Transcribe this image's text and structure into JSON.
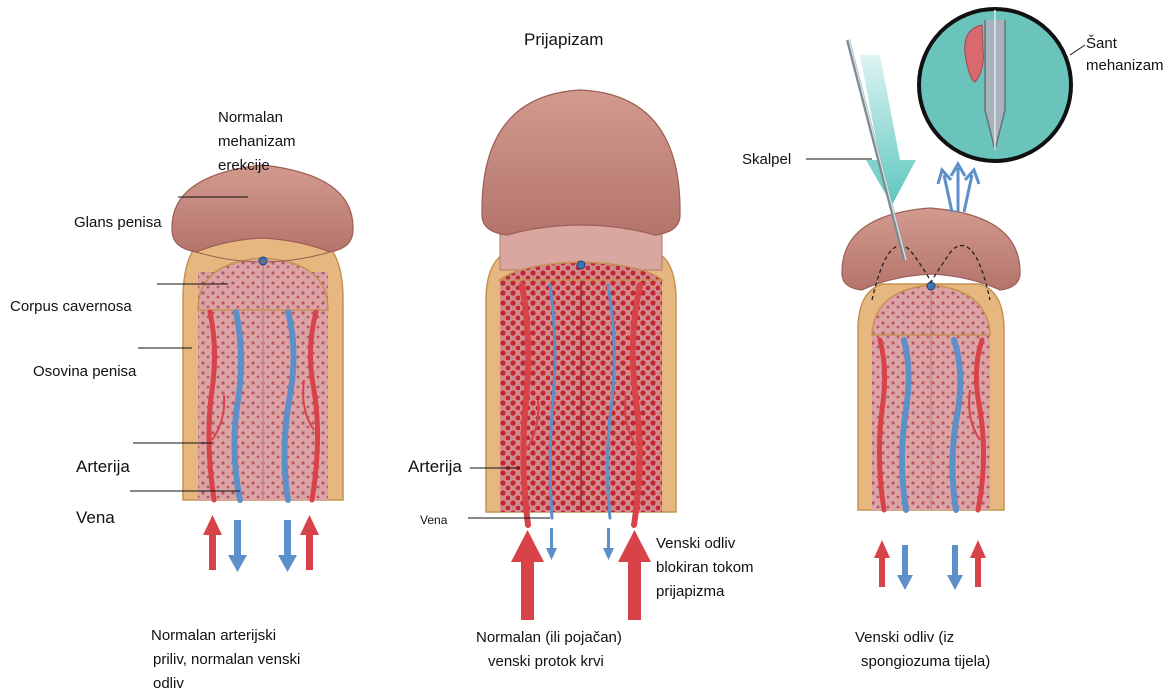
{
  "diagrams": {
    "normal": {
      "heading_lines": [
        "Normalan",
        "mehanizam",
        "erekcije"
      ],
      "labels": {
        "glans": "Glans penisa",
        "corpus": "Corpus cavernosa",
        "shaft": "Osovina penisa",
        "artery": "Arterija",
        "vein": "Vena"
      },
      "caption_lines": [
        "Normalan arterijski",
        "priliv, normalan venski",
        "odliv"
      ]
    },
    "priapism": {
      "title": "Prijapizam",
      "labels": {
        "artery": "Arterija",
        "vein": "Vena",
        "blocked_lines": [
          "Venski odliv",
          "blokiran tokom",
          "prijapizma"
        ]
      },
      "caption_lines": [
        "Normalan (ili pojačan)",
        "venski protok krvi"
      ]
    },
    "shunt": {
      "labels": {
        "scalpel": "Skalpel",
        "shunt_lines": [
          "Šant",
          "mehanizam"
        ]
      },
      "caption_lines": [
        "Venski odliv (iz",
        "spongiozuma tijela)"
      ]
    }
  },
  "colors": {
    "skin": "#c98a7f",
    "skin_dark": "#a8685f",
    "tunica": "#e9c08a",
    "tissue": "#d9a0a4",
    "tissue_dense": "#c23a3f",
    "artery": "#d8434a",
    "vein": "#5d8fc9",
    "inset_bg": "#6bc4bc",
    "scalpel_arrow": "#5cc7bf"
  }
}
